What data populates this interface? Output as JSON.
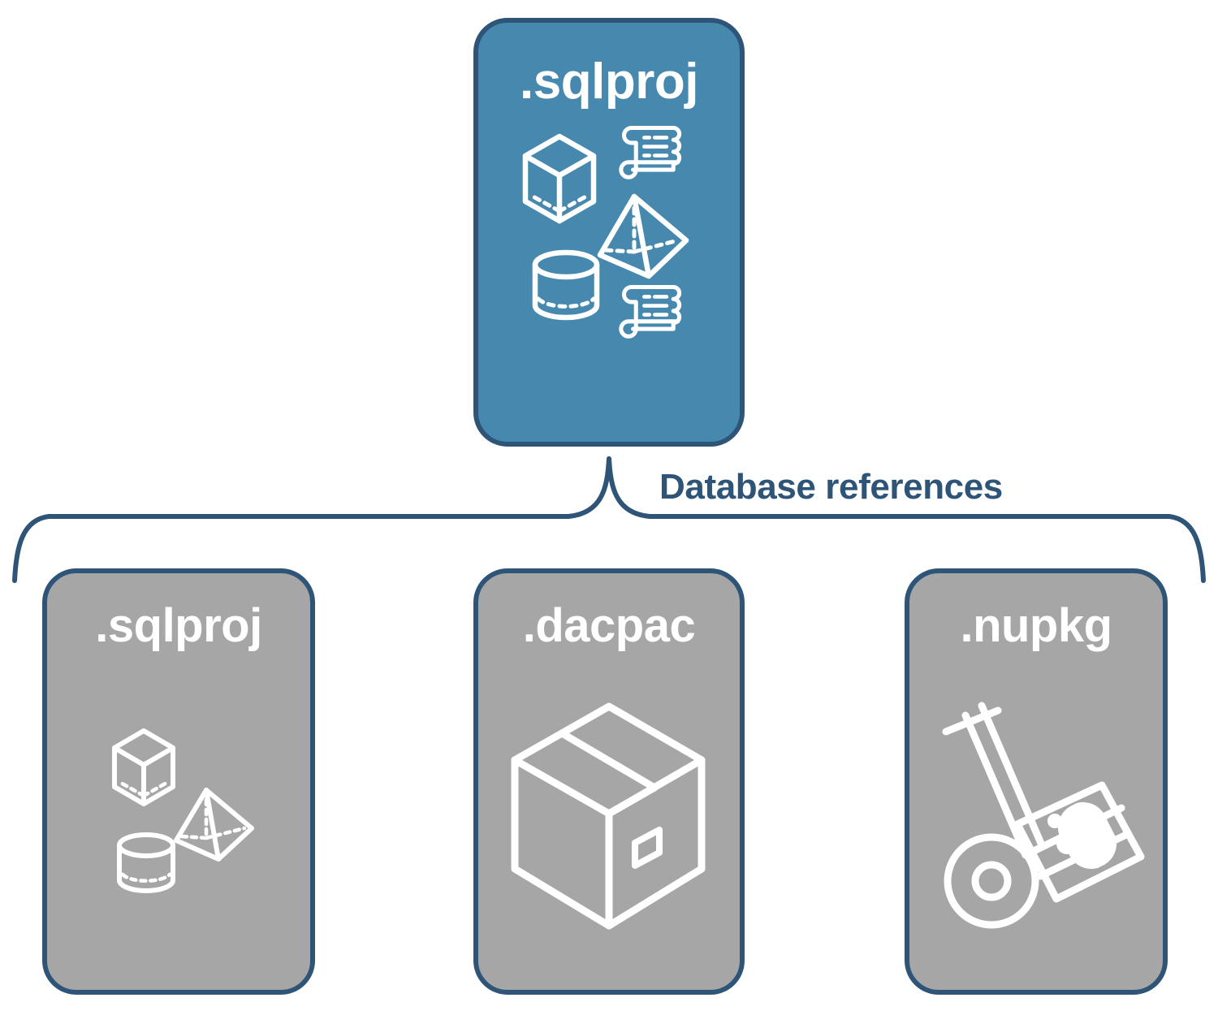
{
  "diagram": {
    "title_text": "Database references",
    "colors": {
      "accent_teal": "#4789ae",
      "neutral_gray": "#a6a6a6",
      "border_navy": "#2e5578",
      "icon_white": "#ffffff",
      "background": "#ffffff"
    }
  },
  "root": {
    "label": ".sqlproj",
    "icons": [
      "cube-wireframe-icon",
      "pyramid-wireframe-icon",
      "cylinder-wireframe-icon",
      "scroll-script-icon",
      "scroll-script-icon"
    ]
  },
  "connector": {
    "label": "Database references",
    "style": "curly-brace",
    "branch_count": 3
  },
  "references": [
    {
      "label": ".sqlproj",
      "icon": "database-objects-icon",
      "icon_parts": [
        "cube-wireframe-icon",
        "pyramid-wireframe-icon",
        "cylinder-wireframe-icon"
      ]
    },
    {
      "label": ".dacpac",
      "icon": "package-box-icon",
      "icon_parts": [
        "shipping-box-icon"
      ]
    },
    {
      "label": ".nupkg",
      "icon": "hand-truck-package-icon",
      "icon_parts": [
        "hand-truck-icon",
        "nuget-package-icon"
      ]
    }
  ]
}
